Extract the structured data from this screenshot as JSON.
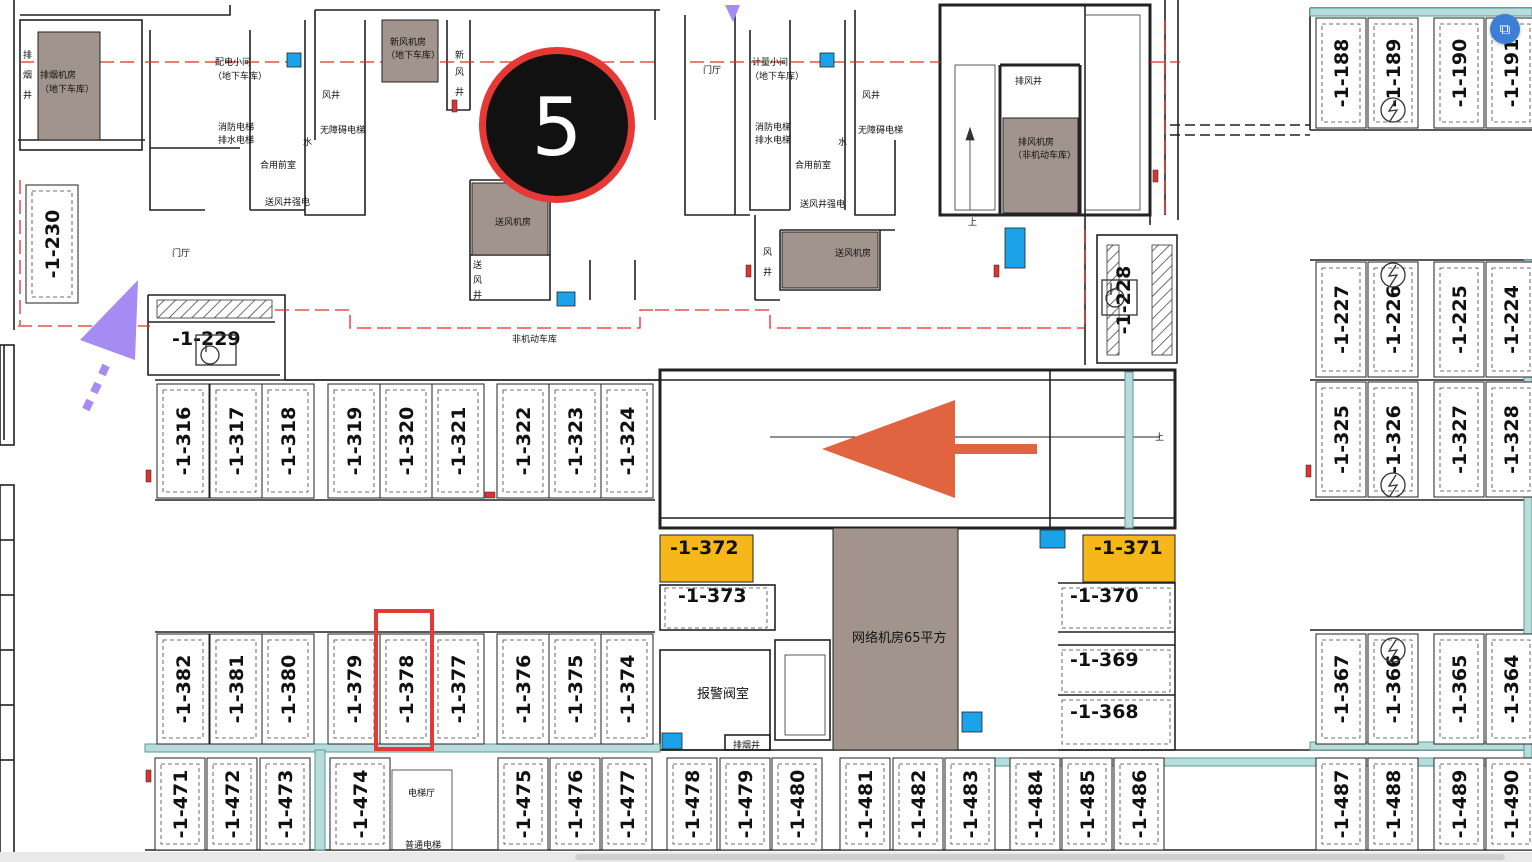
{
  "badge": {
    "number": "5"
  },
  "corner_button": {
    "icon": "window-icon",
    "glyph": "⧉"
  },
  "spots": {
    "top_right": [
      "-1-188",
      "-1-189",
      "-1-190",
      "-1-191"
    ],
    "left_col": [
      "-1-230"
    ],
    "right_upper": [
      "-1-227",
      "-1-226",
      "-1-225",
      "-1-224"
    ],
    "right_mid": [
      "-1-325",
      "-1-326",
      "-1-327",
      "-1-328"
    ],
    "row_a": [
      "-1-316",
      "-1-317",
      "-1-318",
      "-1-319",
      "-1-320",
      "-1-321",
      "-1-322",
      "-1-323",
      "-1-324"
    ],
    "row_b": [
      "-1-382",
      "-1-381",
      "-1-380",
      "-1-379",
      "-1-378",
      "-1-377",
      "-1-376",
      "-1-375",
      "-1-374"
    ],
    "right_lower": [
      "-1-367",
      "-1-366",
      "-1-365",
      "-1-364"
    ],
    "row_c": [
      "-1-471",
      "-1-472",
      "-1-473",
      "-1-474",
      "-1-475",
      "-1-476",
      "-1-477",
      "-1-478",
      "-1-479",
      "-1-480",
      "-1-481",
      "-1-482",
      "-1-483",
      "-1-484",
      "-1-485",
      "-1-486",
      "-1-487",
      "-1-488",
      "-1-489",
      "-1-490"
    ],
    "horizontal": [
      "-1-372",
      "-1-373",
      "-1-371",
      "-1-370",
      "-1-369",
      "-1-368"
    ],
    "special": [
      "-1-229",
      "-1-228"
    ]
  },
  "rooms": {
    "network_room": "网络机房65平方",
    "alarm_valve": "报警阀室",
    "non_motor_garage": "非机动车库",
    "fresh_air": "新风机房",
    "fresh_air_sub": "（地下车库）",
    "supply_air_room": "送风机房",
    "exhaust_room": "排烟机房",
    "exhaust_room_sub": "（地下车库）",
    "exhaust_room_right": "排风机房",
    "exhaust_room_right_sub": "（非机动车库）",
    "exhaust_shaft": "排风井",
    "elevator_hall": "电梯厅",
    "hall": "门厅",
    "front_room": "合用前室",
    "power_room": "配电小间",
    "power_room_sub": "（地下车库）",
    "meter_room": "计量小间",
    "meter_room_sub": "（地下车库）",
    "fire_elevator": "消防电梯",
    "fire_elevator_sub": "排水电梯",
    "barrier_free": "无障碍电梯",
    "water": "水",
    "wind_shaft": "风井",
    "supply_shaft": "送风井",
    "strong_power": "强电",
    "up": "上",
    "xin": "新",
    "feng": "风",
    "jing": "井",
    "pai": "排",
    "yan": "烟",
    "song": "送",
    "shaft": "排烟井",
    "normal_elev": "普通电梯"
  },
  "colors": {
    "room_fill": "#a1948c",
    "yellow_spot": "#f6b71b",
    "badge_ring": "#e53935",
    "arrow_orange": "#e0643f",
    "arrow_purple": "#a68bf2",
    "highlight": "#e53935",
    "blue": "#1aa3e8",
    "teal": "#b8dcdc"
  }
}
